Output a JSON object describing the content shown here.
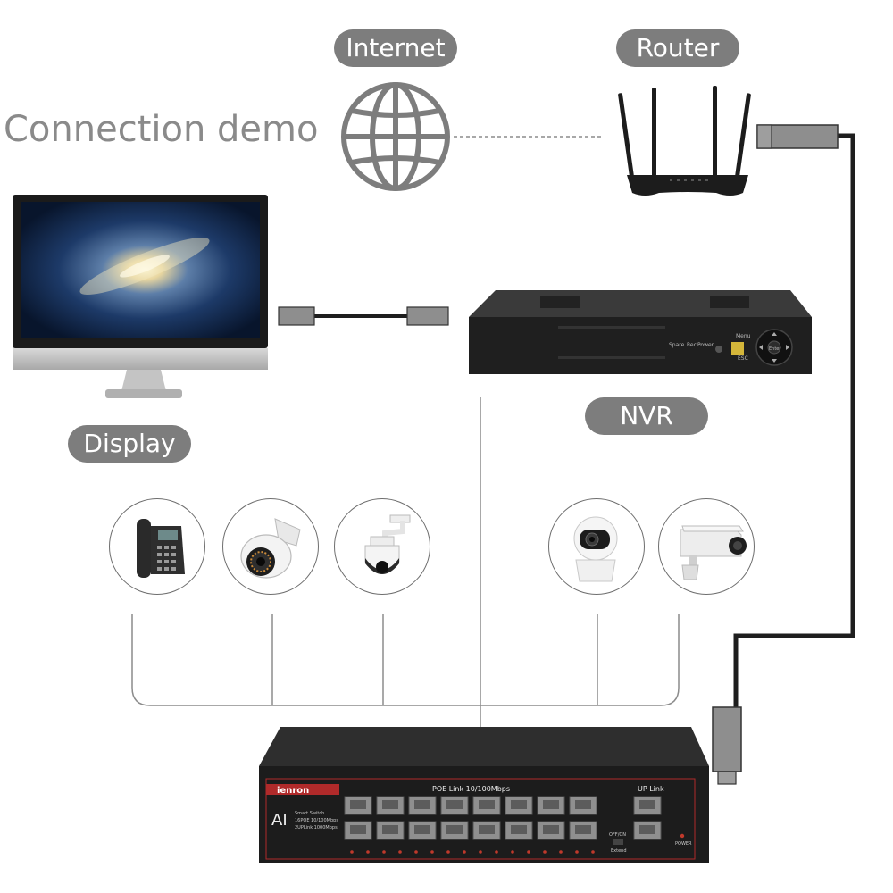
{
  "title": "Connection demo",
  "labels": {
    "internet": "Internet",
    "router": "Router",
    "display": "Display",
    "nvr": "NVR"
  },
  "nvr_panel": {
    "spare": "Spare",
    "rec": "Rec",
    "power": "Power",
    "menu": "Menu",
    "esc": "ESC",
    "enter": "Enter"
  },
  "switch_panel": {
    "brand": "ienron",
    "poe_link": "POE Link 10/100Mbps",
    "up_link": "UP Link",
    "ai": "AI",
    "model_line1": "Smart Switch",
    "model_line2": "16POE 10/100Mbps",
    "model_line3": "2UPLink 1000Mbps",
    "off_on": "OFF/ON",
    "extend": "Extend",
    "power": "POWER"
  },
  "devices": [
    "ip-phone",
    "dome-camera",
    "ptz-camera",
    "indoor-camera",
    "bullet-camera"
  ],
  "colors": {
    "pill": "#7d7d7d",
    "line": "#8c8c8c",
    "cable": "#1e1e1e",
    "plug": "#8e8e8e",
    "device_dark": "#2a2a2a",
    "accent_red": "#c0392b"
  }
}
